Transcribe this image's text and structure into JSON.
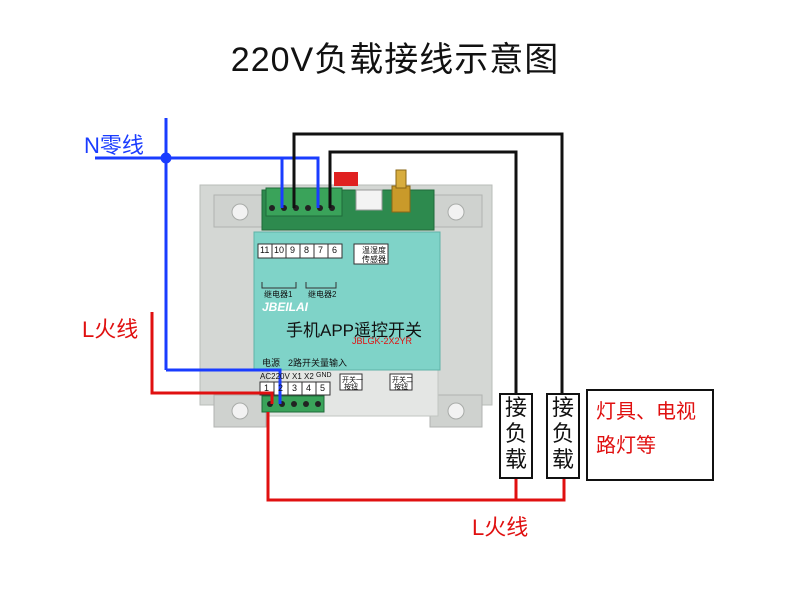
{
  "title": "220V负载接线示意图",
  "labels": {
    "n_line": "N零线",
    "l_line_left": "L火线",
    "l_line_bottom": "L火线"
  },
  "loads": [
    {
      "text": "接负载"
    },
    {
      "text": "接负载"
    }
  ],
  "load_description": {
    "line1": "灯具、电视",
    "line2": "路灯等"
  },
  "device": {
    "brand": "JBEILAI",
    "name": "手机APP遥控开关",
    "model": "JBLGK-2X2YR",
    "sensor_label_1": "温湿度",
    "sensor_label_2": "传感器",
    "top_terminals": [
      "11",
      "10",
      "9",
      "8",
      "7",
      "6"
    ],
    "relay1": "继电器1",
    "relay2": "继电器2",
    "power_label": "电源",
    "input_label": "2路开关量输入",
    "bottom_terminals": [
      "1",
      "2",
      "3",
      "4",
      "5"
    ],
    "bottom_sub": [
      "AC220V",
      "X1",
      "X2",
      "GND"
    ],
    "switch_btn_1": "开关一",
    "switch_btn_2": "开关二",
    "btn_sub": "按钮"
  },
  "colors": {
    "n_wire": "#1a3cff",
    "l_wire": "#e01010",
    "load_wire": "#111111",
    "device_body": "#d9dcd9",
    "device_panel": "#7fd3c8",
    "terminal": "#2e8a4a"
  }
}
